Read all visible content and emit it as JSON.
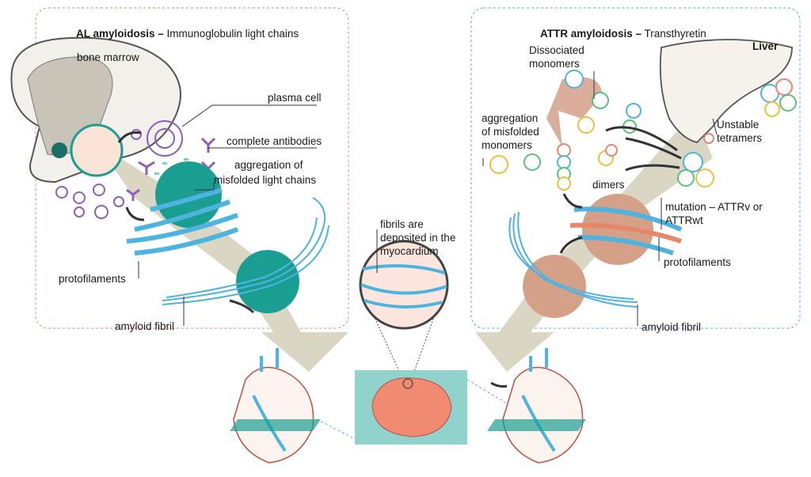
{
  "colors": {
    "al_border": "#e8866a",
    "attr_border": "#4fb3d9",
    "teal": "#1a9e92",
    "tan": "#d4a088",
    "arrow": "#d9d7c3",
    "fibril": "#4fb3e0",
    "heart_section": "#f08a70",
    "section_bg": "#8fd3cc"
  },
  "al": {
    "title_bold": "AL amyloidosis –",
    "title_rest": " Immunoglobulin light chains",
    "bone_marrow": "bone marrow",
    "plasma_cell": "plasma cell",
    "complete_antibodies": "complete antibodies",
    "aggregation_line1": "aggregation of",
    "aggregation_line2": "misfolded light chains",
    "protofilaments": "protofilaments",
    "amyloid_fibril": "amyloid fibril"
  },
  "center": {
    "line1": "fibrils are",
    "line2": "deposited in the",
    "line3": "myocardium"
  },
  "attr": {
    "title_bold": "ATTR amyloidosis –",
    "title_rest": " Transthyretin",
    "liver": "Liver",
    "dissociated_line1": "Dissociated",
    "dissociated_line2": "monomers",
    "aggregation_line1": "aggregation",
    "aggregation_line2": "of misfolded",
    "aggregation_line3": "monomers",
    "unstable_line1": "Unstable",
    "unstable_line2": "tetramers",
    "dimers": "dimers",
    "mutation_line1": "mutation – ATTRv or",
    "mutation_line2": "ATTRwt",
    "protofilaments": "protofilaments",
    "amyloid_fibril": "amyloid fibril"
  }
}
